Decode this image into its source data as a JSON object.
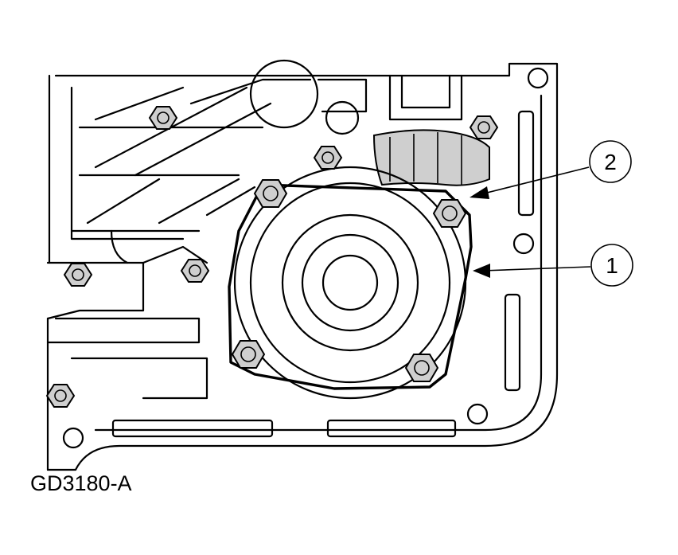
{
  "figure_id": "GD3180-A",
  "callouts": [
    {
      "number": "1",
      "target": "gasket"
    },
    {
      "number": "2",
      "target": "bolt"
    }
  ],
  "colors": {
    "ink": "#000000",
    "shade": "#cfcfcf",
    "background": "#ffffff"
  }
}
